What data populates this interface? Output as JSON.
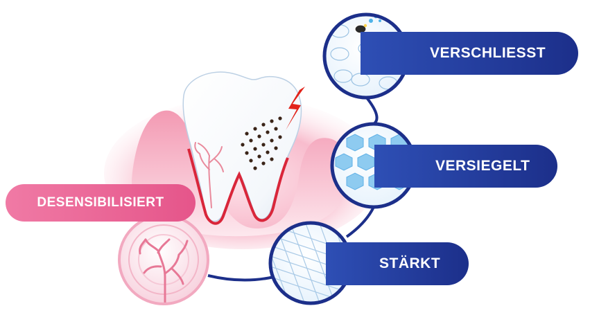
{
  "labels": {
    "verschliesst": "VERSCHLIESST",
    "versiegelt": "VERSIEGELT",
    "staerkt": "STÄRKT",
    "desensibilisiert": "DESENSIBILISIERT"
  },
  "colors": {
    "navy": "#1c2f8a",
    "blue": "#2e4fb5",
    "pink": "#e5558a",
    "pink_light": "#f7c9d9",
    "gum": "#f4a6bd",
    "nerve_red": "#d9263a",
    "bolt_red": "#e2231a",
    "dentin_blue": "#8ecbf0",
    "tooth_white": "#ffffff"
  },
  "icons": {
    "tooth": "tooth-icon",
    "gum": "gum-icon",
    "pain": "lightning-bolt-icon",
    "nerve": "nerve-icon",
    "tubules": "dentin-tubules-icon",
    "mesh": "enamel-mesh-icon"
  }
}
